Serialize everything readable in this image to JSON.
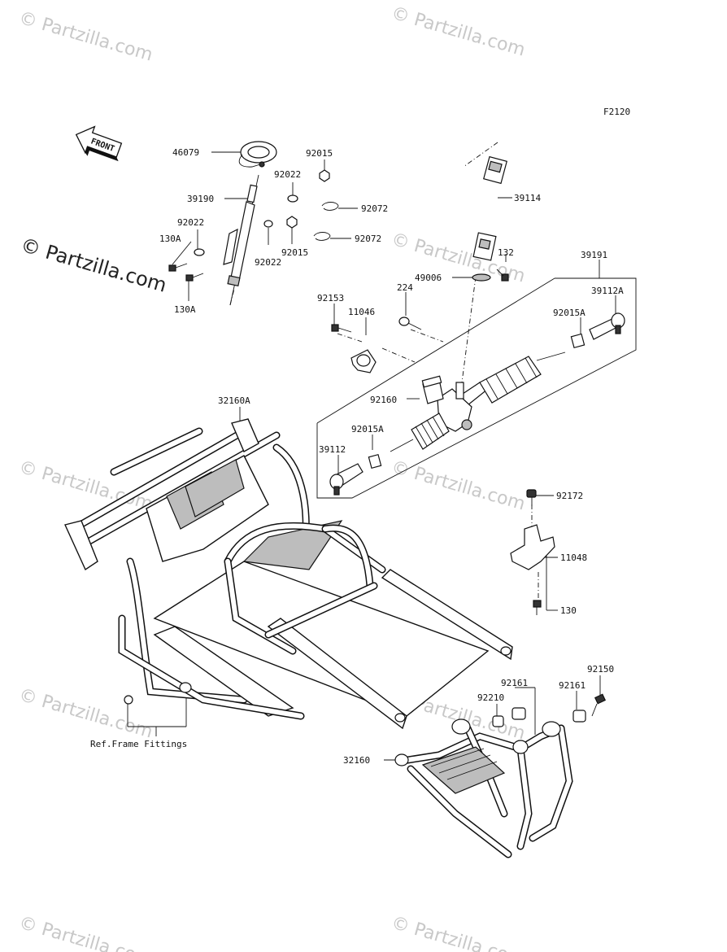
{
  "diagram": {
    "code": "F2120",
    "front_label": "FRONT",
    "ref_caption": "Ref.Frame Fittings"
  },
  "watermarks": {
    "small": "© Partzilla.com",
    "large": "© Partzilla.com"
  },
  "parts": {
    "p46079": "46079",
    "p92015_top": "92015",
    "p92022_top": "92022",
    "p39190": "39190",
    "p92072_a": "92072",
    "p92022_left": "92022",
    "p130A_a": "130A",
    "p92072_b": "92072",
    "p92022_bottom": "92022",
    "p92015_mid": "92015",
    "p130A_b": "130A",
    "p39114": "39114",
    "p132": "132",
    "p39191": "39191",
    "p49006": "49006",
    "p224": "224",
    "p92153": "92153",
    "p11046": "11046",
    "p39112A": "39112A",
    "p92015A_right": "92015A",
    "p92160": "92160",
    "p92015A_left": "92015A",
    "p39112": "39112",
    "p32160A": "32160A",
    "p92172": "92172",
    "p11048": "11048",
    "p130": "130",
    "p92150": "92150",
    "p92161_a": "92161",
    "p92161_b": "92161",
    "p92210": "92210",
    "p32160": "32160"
  }
}
